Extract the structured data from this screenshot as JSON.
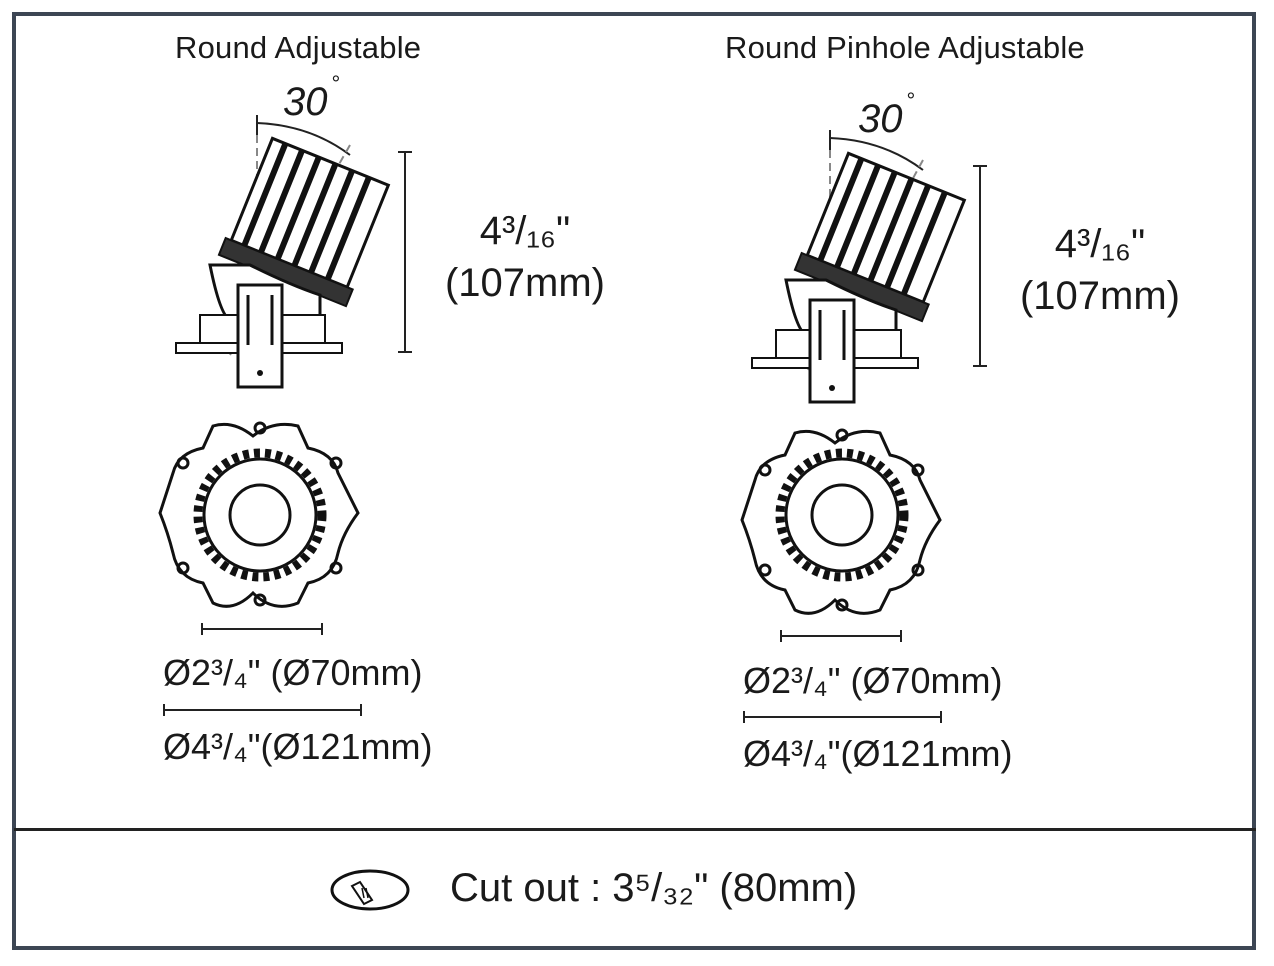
{
  "panels": [
    {
      "title": "Round Adjustable",
      "angle": "30",
      "angle_unit": "°",
      "height_in": "4³/₁₆\"",
      "height_mm": "(107mm)",
      "inner_diameter": "Ø2³/₄\" (Ø70mm)",
      "outer_diameter": "Ø4³/₄\"(Ø121mm)"
    },
    {
      "title": "Round Pinhole Adjustable",
      "angle": "30",
      "angle_unit": "°",
      "height_in": "4³/₁₆\"",
      "height_mm": "(107mm)",
      "inner_diameter": "Ø2³/₄\" (Ø70mm)",
      "outer_diameter": "Ø4³/₄\"(Ø121mm)"
    }
  ],
  "footer": {
    "cutout_text": "Cut out : 3⁵/₃₂\" (80mm)",
    "icon": "cutout-hole-icon"
  },
  "colors": {
    "border": "#3d4654",
    "line": "#1a1a1a"
  }
}
